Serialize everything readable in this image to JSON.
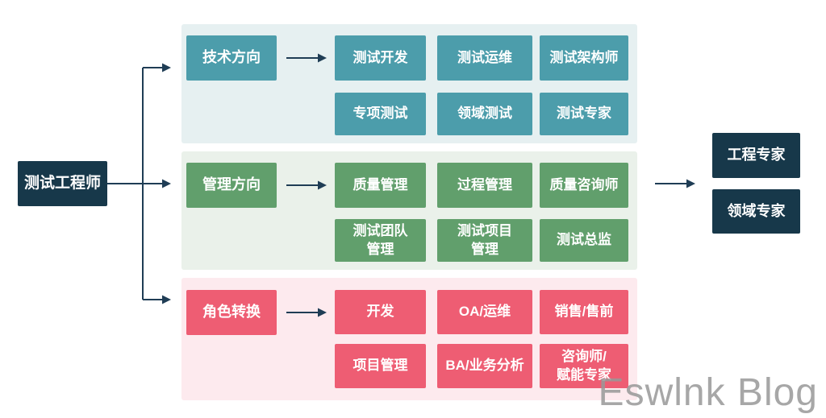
{
  "colors": {
    "navy": "#17384a",
    "teal": "#4c9dab",
    "green": "#619f6c",
    "pink": "#ee5d73",
    "panel-teal": "#e6f0f1",
    "panel-green": "#eaf1ea",
    "panel-pink": "#fdeaee",
    "line": "#1f3d55",
    "watermark": "#989898"
  },
  "root": {
    "label": "测试工程师"
  },
  "panels": [
    {
      "header": "技术方向",
      "cells": [
        "测试开发",
        "测试运维",
        "测试架构师",
        "专项测试",
        "领域测试",
        "测试专家"
      ]
    },
    {
      "header": "管理方向",
      "cells": [
        "质量管理",
        "过程管理",
        "质量咨询师",
        "测试团队\n管理",
        "测试项目\n管理",
        "测试总监"
      ]
    },
    {
      "header": "角色转换",
      "cells": [
        "开发",
        "OA/运维",
        "销售/售前",
        "项目管理",
        "BA/业务分析",
        "咨询师/\n赋能专家"
      ]
    }
  ],
  "outcomes": [
    "工程专家",
    "领域专家"
  ],
  "watermark": "Eswlnk Blog"
}
